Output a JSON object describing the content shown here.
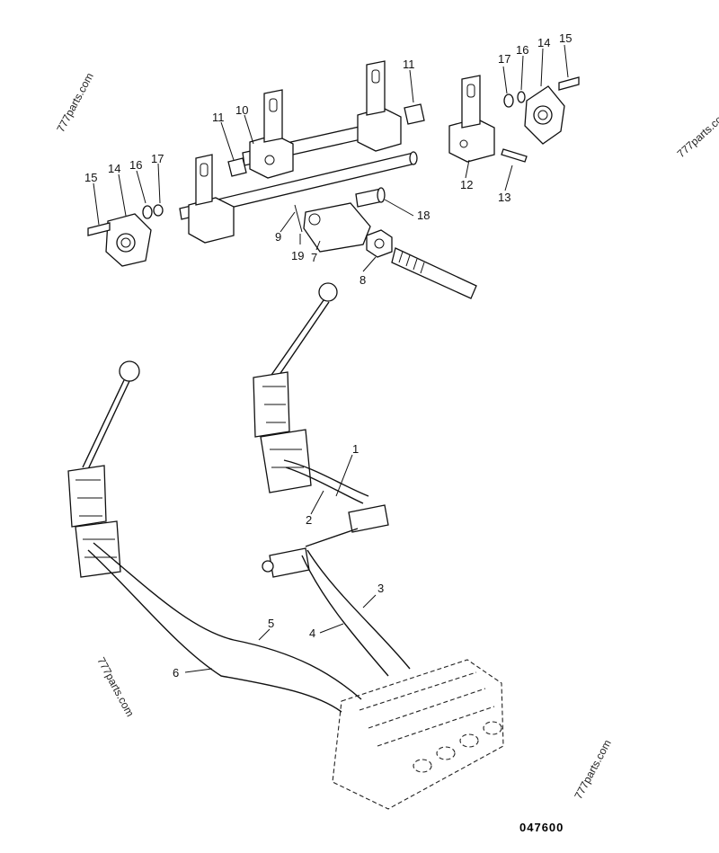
{
  "drawing_code": "047600",
  "watermarks": [
    "777parts.com",
    "777parts.com",
    "777parts.com",
    "777parts.co"
  ],
  "callouts": {
    "c1": "1",
    "c2": "2",
    "c3": "3",
    "c4": "4",
    "c5": "5",
    "c6": "6",
    "c7": "7",
    "c8": "8",
    "c9": "9",
    "c10": "10",
    "c11a": "11",
    "c11b": "11",
    "c12": "12",
    "c13": "13",
    "c14a": "14",
    "c14b": "14",
    "c15a": "15",
    "c15b": "15",
    "c16a": "16",
    "c16b": "16",
    "c17a": "17",
    "c17b": "17",
    "c18": "18",
    "c19": "19"
  }
}
